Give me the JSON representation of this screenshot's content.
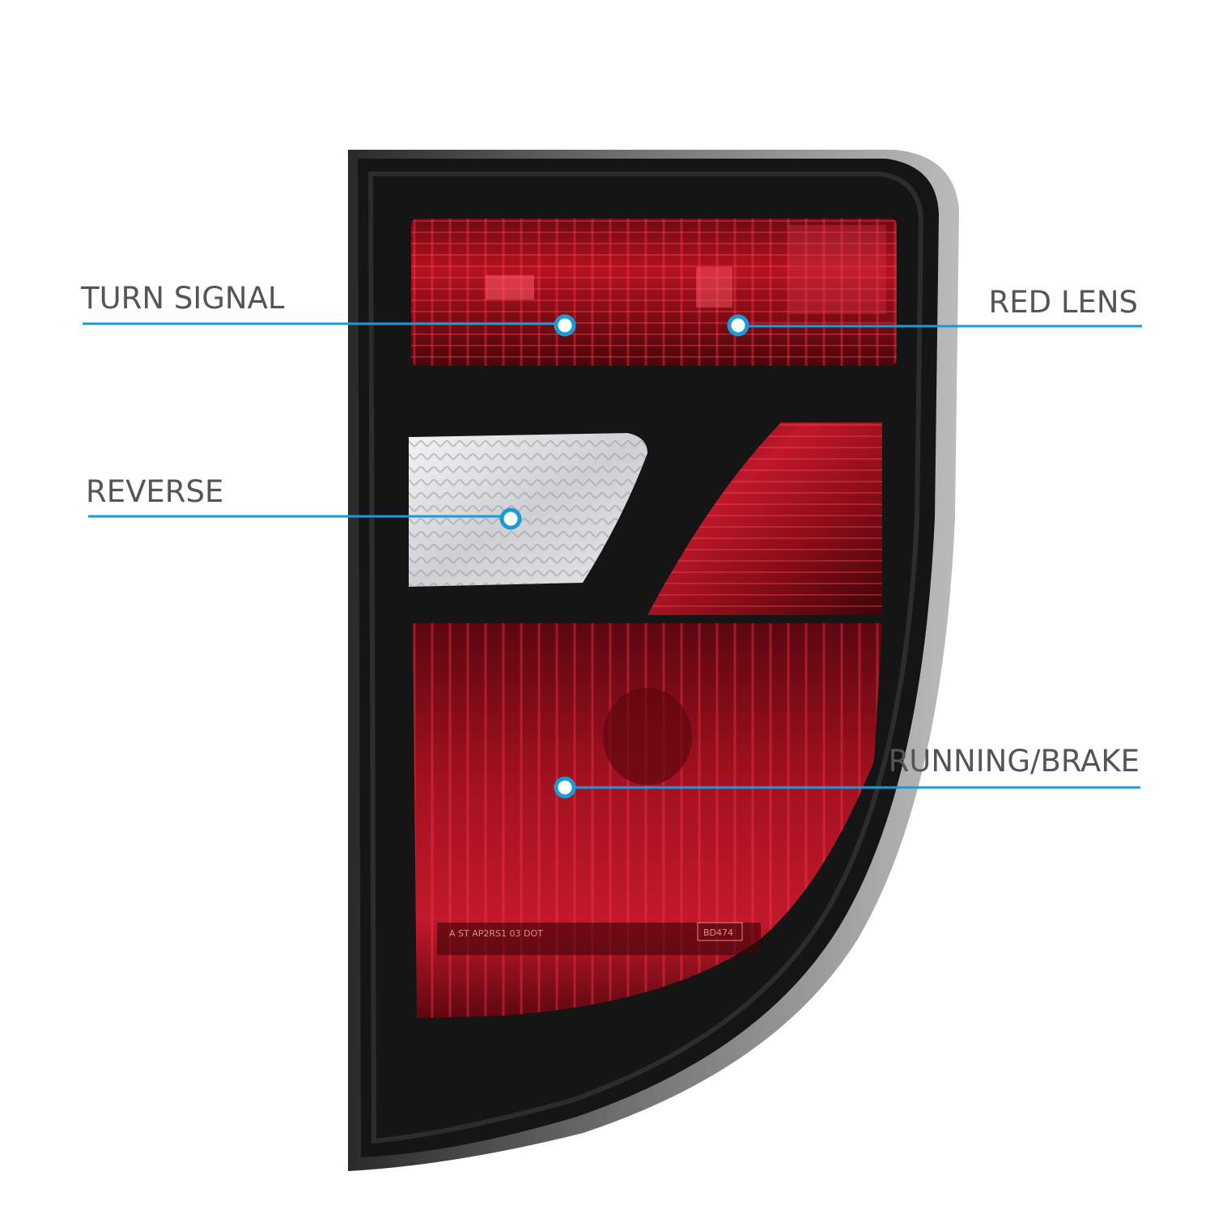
{
  "callouts": {
    "turn_signal": "TURN SIGNAL",
    "red_lens": "RED LENS",
    "reverse": "REVERSE",
    "running_brake": "RUNNING/BRAKE"
  },
  "lens_markings": {
    "dot_code": "A ST AP2RS1 03 DOT",
    "part_code": "BD474"
  },
  "colors": {
    "leader_line": "#1a9bd8",
    "housing": "#151515",
    "red_lens": "#8e0f1b",
    "clear_lens": "#e9e9ec",
    "label_text": "#555555"
  }
}
